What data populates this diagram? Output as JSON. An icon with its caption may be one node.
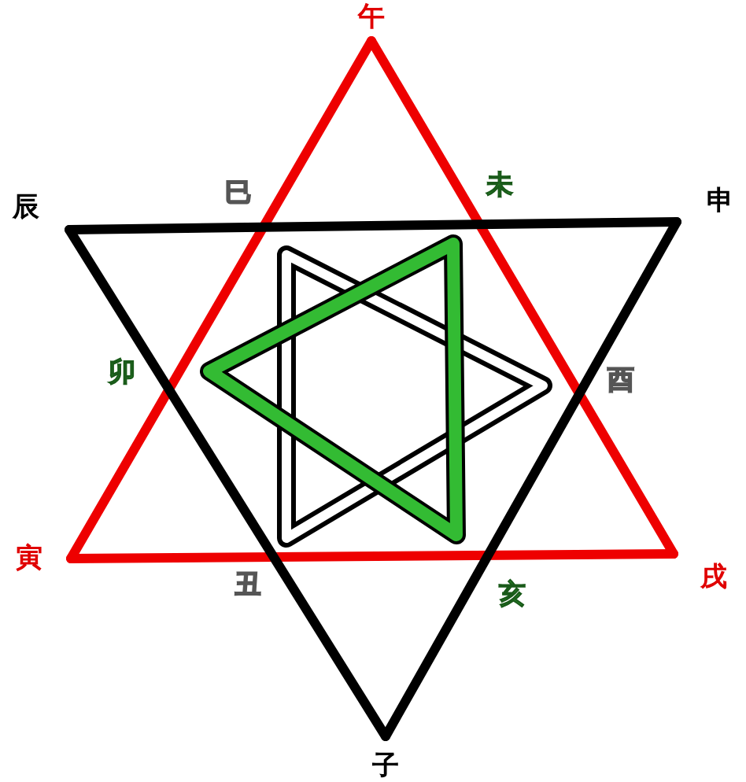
{
  "diagram": {
    "nodes": [
      {
        "text": [
          "午"
        ]
      },
      {
        "text": [
          "辰"
        ]
      },
      {
        "text": [
          "申"
        ]
      },
      {
        "text": [
          "寅"
        ]
      },
      {
        "text": [
          "戌"
        ]
      },
      {
        "text": [
          "子"
        ]
      }
    ],
    "edges": [
      {
        "from": 0,
        "to": 3,
        "arrow": "none",
        "color": "#ee0000"
      },
      {
        "from": 3,
        "to": 4,
        "arrow": "none",
        "color": "#ee0000"
      },
      {
        "from": 4,
        "to": 0,
        "arrow": "none",
        "color": "#ee0000"
      },
      {
        "from": 1,
        "to": 2,
        "arrow": "none",
        "color": "#000000"
      },
      {
        "from": 2,
        "to": 5,
        "arrow": "none",
        "color": "#000000"
      },
      {
        "from": 5,
        "to": 1,
        "arrow": "none",
        "color": "#000000"
      }
    ],
    "labels": [
      "巳",
      "未",
      "卯",
      "酉",
      "丑",
      "亥"
    ]
  }
}
